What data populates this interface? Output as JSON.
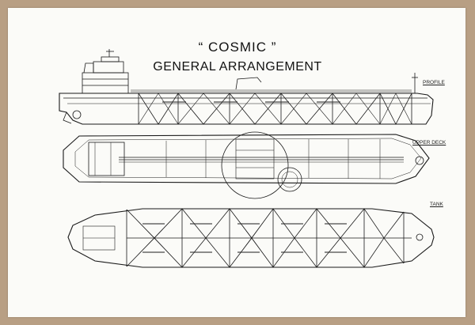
{
  "title": "“ COSMIC ”",
  "subtitle": "GENERAL ARRANGEMENT",
  "views": {
    "profile": "PROFILE",
    "upper_deck": "UPPER DECK",
    "tank": "TANK"
  },
  "colors": {
    "background": "#b89f84",
    "paper": "#fbfbf8",
    "ink": "#1a1a1a"
  }
}
